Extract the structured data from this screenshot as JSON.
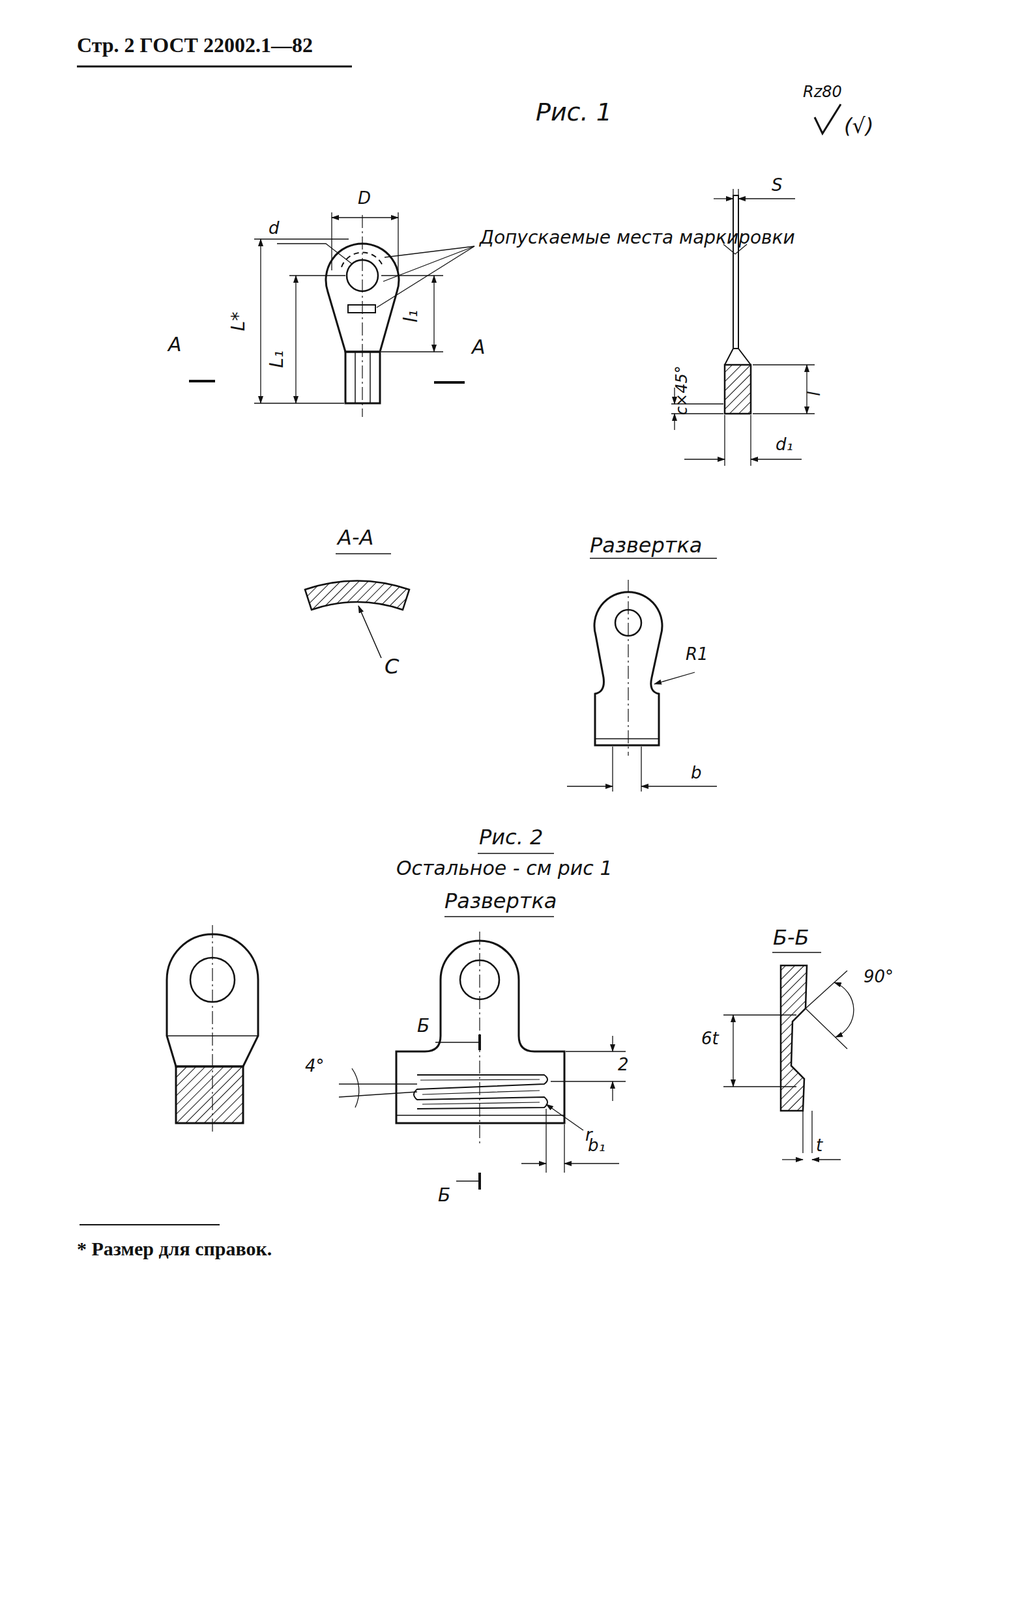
{
  "diagram": {
    "labels": [
      "Стр. 2 ГОСТ 22002.1—82",
      "Рис. 1",
      "Rz80",
      "(√)",
      "D",
      "d",
      "Допускаемые места маркировки",
      "L*",
      "L₁",
      "l₁",
      "A",
      "A",
      "S",
      "c×45°",
      "l",
      "d₁",
      "A-A",
      "C",
      "Развертка",
      "R1",
      "b",
      "Рис. 2",
      "Остальное - см рис 1",
      "Развертка",
      "Б",
      "2",
      "4°",
      "r",
      "b₁",
      "Б",
      "Б-Б",
      "6t",
      "90°",
      "t",
      "* Размер для справок."
    ]
  }
}
